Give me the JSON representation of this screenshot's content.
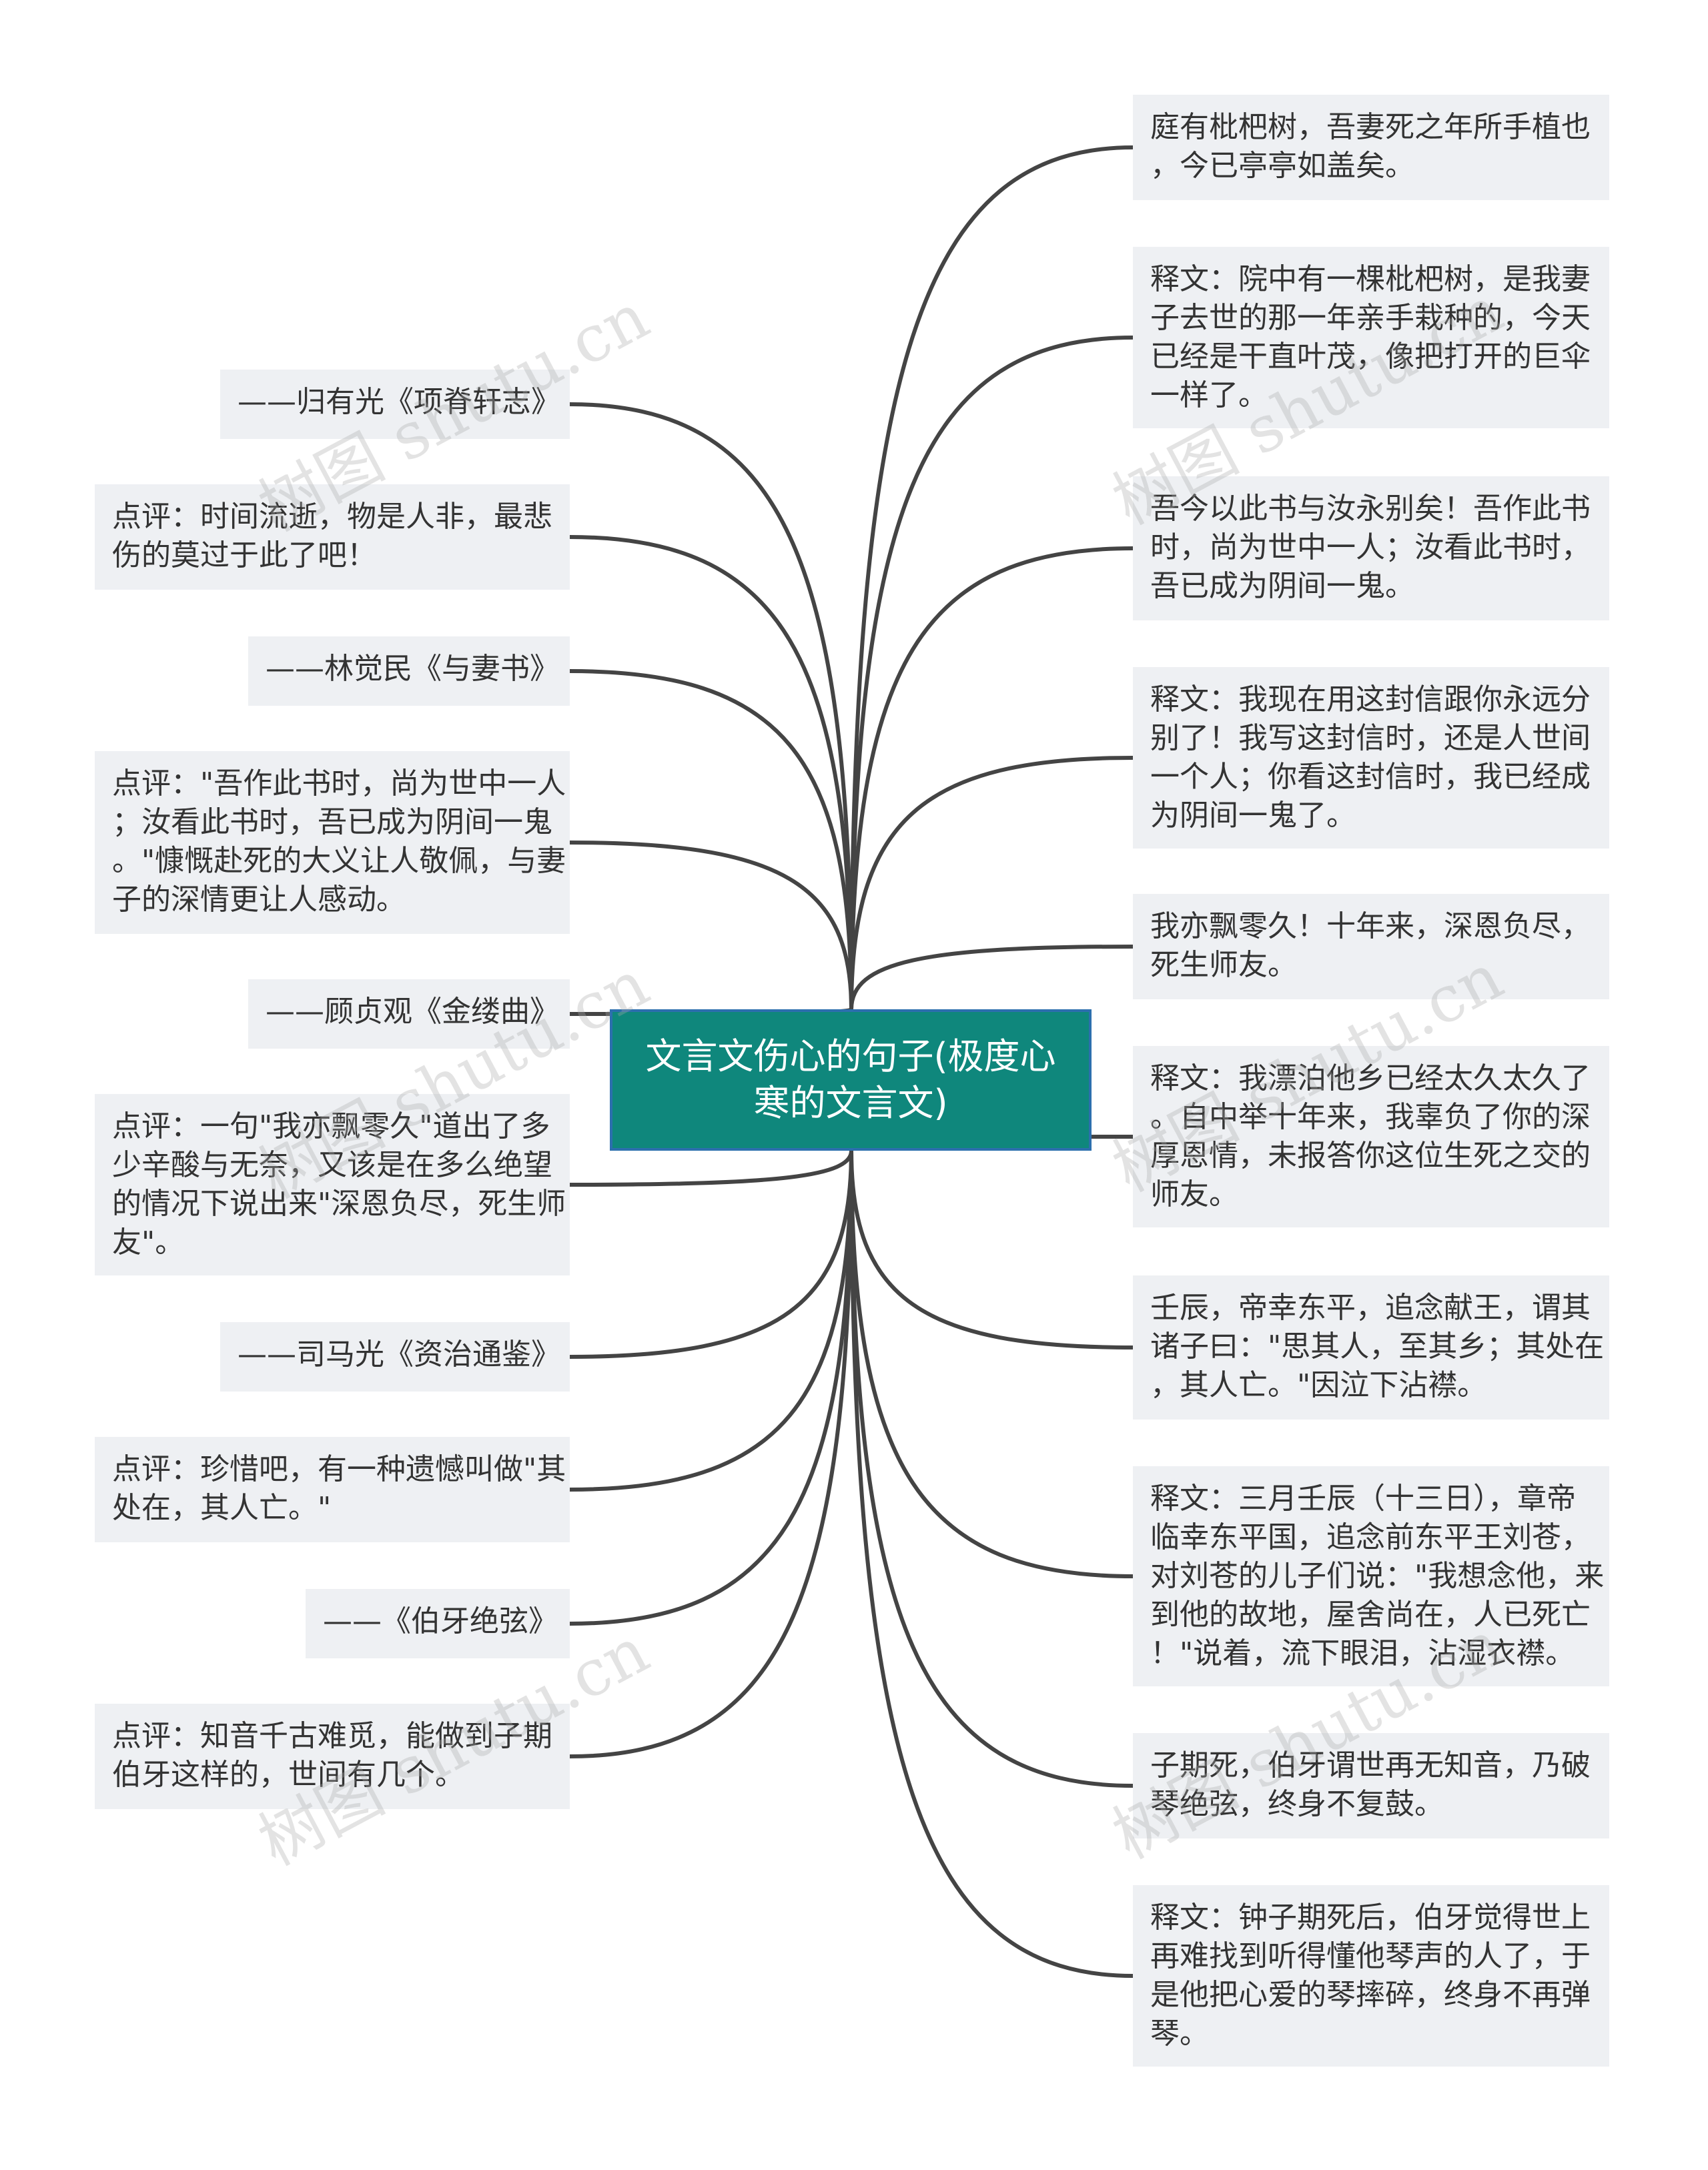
{
  "center": {
    "text": "文言文伤心的句子(极度心\n寒的文言文)"
  },
  "right_nodes": [
    {
      "text": "庭有枇杷树，吾妻死之年所手植也\n，今已亭亭如盖矣。"
    },
    {
      "text": "释文：院中有一棵枇杷树，是我妻\n子去世的那一年亲手栽种的，今天\n已经是干直叶茂，像把打开的巨伞\n一样了。"
    },
    {
      "text": "吾今以此书与汝永别矣！吾作此书\n时，尚为世中一人；汝看此书时，\n吾已成为阴间一鬼。"
    },
    {
      "text": "释文：我现在用这封信跟你永远分\n别了！我写这封信时，还是人世间\n一个人；你看这封信时，我已经成\n为阴间一鬼了。"
    },
    {
      "text": "我亦飘零久！十年来，深恩负尽，\n死生师友。"
    },
    {
      "text": "释文：我漂泊他乡已经太久太久了\n。自中举十年来，我辜负了你的深\n厚恩情，未报答你这位生死之交的\n师友。"
    },
    {
      "text": "壬辰，帝幸东平，追念献王，谓其\n诸子曰：\"思其人，至其乡；其处在\n，其人亡。\"因泣下沾襟。"
    },
    {
      "text": "释文：三月壬辰（十三日），章帝\n临幸东平国，追念前东平王刘苍，\n对刘苍的儿子们说：\"我想念他，来\n到他的故地，屋舍尚在，人已死亡\n！\"说着，流下眼泪，沾湿衣襟。"
    },
    {
      "text": "子期死，伯牙谓世再无知音，乃破\n琴绝弦，终身不复鼓。"
    },
    {
      "text": "释文：钟子期死后，伯牙觉得世上\n再难找到听得懂他琴声的人了，于\n是他把心爱的琴摔碎，终身不再弹\n琴。"
    }
  ],
  "left_nodes": [
    {
      "text": "——归有光《项脊轩志》"
    },
    {
      "text": "点评：时间流逝，物是人非，最悲\n伤的莫过于此了吧！"
    },
    {
      "text": "——林觉民《与妻书》"
    },
    {
      "text": "点评：\"吾作此书时，尚为世中一人\n；汝看此书时，吾已成为阴间一鬼\n。\"慷慨赴死的大义让人敬佩，与妻\n子的深情更让人感动。"
    },
    {
      "text": "——顾贞观《金缕曲》"
    },
    {
      "text": "点评：一句\"我亦飘零久\"道出了多\n少辛酸与无奈，又该是在多么绝望\n的情况下说出来\"深恩负尽，死生师\n友\"。"
    },
    {
      "text": "——司马光《资治通鉴》"
    },
    {
      "text": "点评：珍惜吧，有一种遗憾叫做\"其\n处在，其人亡。\""
    },
    {
      "text": "——《伯牙绝弦》"
    },
    {
      "text": "点评：知音千古难觅，能做到子期\n伯牙这样的，世间有几个。"
    }
  ],
  "watermark": "树图 shutu.cn",
  "colors": {
    "center_fill": "#0f877c",
    "center_border": "#2c6fae",
    "node_fill": "#eef0f3",
    "link": "#444444"
  }
}
